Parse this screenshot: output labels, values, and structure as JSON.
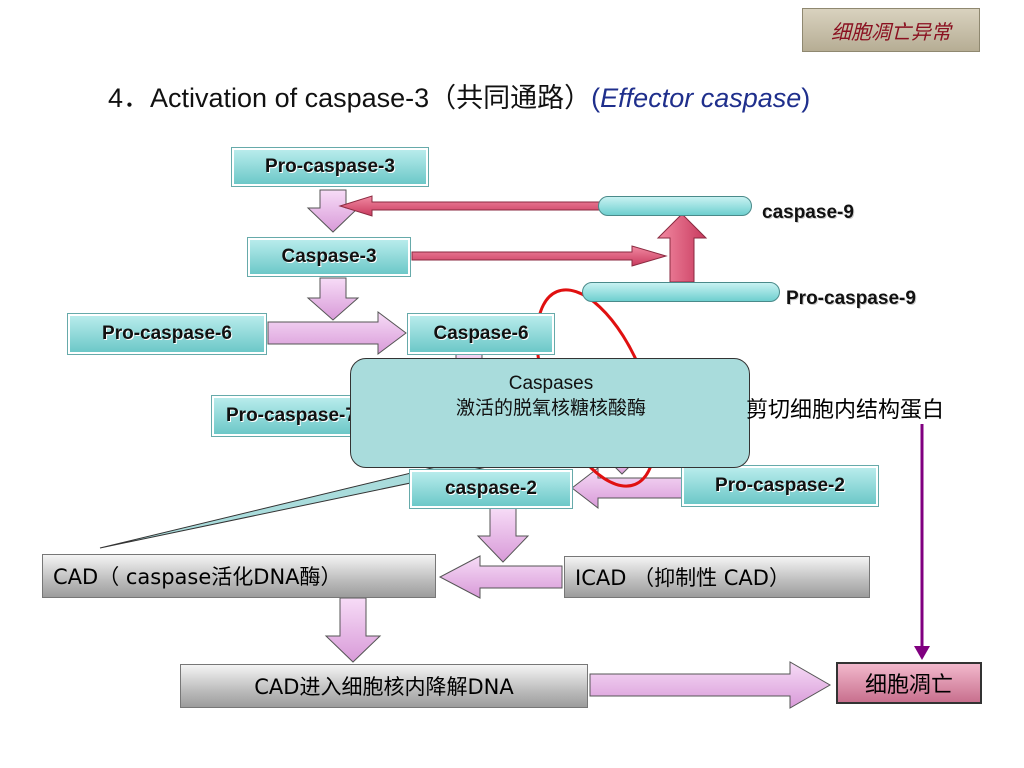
{
  "header_tag": "细胞凋亡异常",
  "title": {
    "main": "4．Activation of caspase-3（共同通路）",
    "paren_open": "(",
    "italic": "Effector caspase",
    "paren_close": ")"
  },
  "boxes": {
    "pro_caspase_3": "Pro-caspase-3",
    "caspase_3": "Caspase-3",
    "caspase_9": "caspase-9",
    "pro_caspase_9": "Pro-caspase-9",
    "pro_caspase_6": "Pro-caspase-6",
    "caspase_6": "Caspase-6",
    "pro_caspase_7_partial": "Pro-caspase-7",
    "caspase_2": "caspase-2",
    "pro_caspase_2": "Pro-caspase-2",
    "cad": "CAD（ caspase活化DNA酶）",
    "icad": "ICAD （抑制性 CAD）",
    "cad_enter": "CAD进入细胞核内降解DNA",
    "apoptosis": "细胞凋亡",
    "cut_protein": "剪切细胞内结构蛋白"
  },
  "callout": {
    "line1": "Caspases",
    "line2": "激活的脱氧核糖核酸酶"
  },
  "colors": {
    "teal_box": "#7fd3d3",
    "pink_arrow": "#e0607e",
    "lilac_arrow": "#e9b9e9",
    "purple_line": "#800080",
    "red_ellipse": "#e01010"
  }
}
